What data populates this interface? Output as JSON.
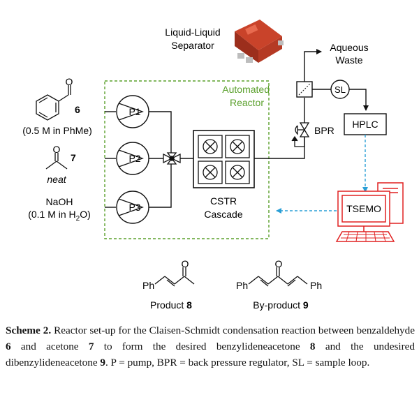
{
  "figure": {
    "separator_label_1": "Liquid-Liquid",
    "separator_label_2": "Separator",
    "aqueous_label_1": "Aqueous",
    "aqueous_label_2": "Waste",
    "automated_label_1": "Automated",
    "automated_label_2": "Reactor",
    "reagent_6_number": "6",
    "reagent_6_conc": "(0.5 M in PhMe)",
    "reagent_7_number": "7",
    "reagent_7_note": "neat",
    "naoh_label": "NaOH",
    "naoh_conc_pre": "(0.1 M in H",
    "naoh_conc_sub": "2",
    "naoh_conc_post": "O)",
    "pump_1": "P1",
    "pump_2": "P2",
    "pump_3": "P3",
    "cstr_label_1": "CSTR",
    "cstr_label_2": "Cascade",
    "sl_label": "SL",
    "bpr_label": "BPR",
    "hplc_label": "HPLC",
    "tsemo_label": "TSEMO",
    "ph_left": "Ph",
    "ph_mid": "Ph",
    "ph_right": "Ph",
    "carbonyl_o": "O",
    "product_label": "Product",
    "product_number": "8",
    "byproduct_label": "By-product",
    "byproduct_number": "9",
    "accent_green": "#5aa02c",
    "accent_blue": "#2a9fd6",
    "accent_red": "#e02020"
  },
  "caption": {
    "label": "Scheme 2.",
    "text_1": " Reactor set-up for the Claisen-Schmidt condensation reaction between benzaldehyde ",
    "num_6": "6",
    "text_2": " and acetone ",
    "num_7": "7",
    "text_3": " to form the desired benzylideneacetone ",
    "num_8": "8",
    "text_4": " and the undesired dibenzylideneacetone ",
    "num_9": "9",
    "text_5": ". P = pump, BPR = back pressure regulator, SL = sample loop."
  }
}
